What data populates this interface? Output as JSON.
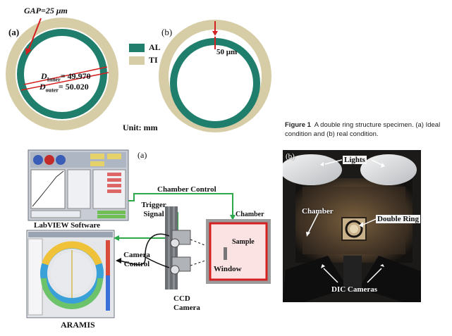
{
  "fig_top": {
    "panel_a_label": "(a)",
    "panel_b_label": "(b)",
    "gap_label": "GAP=25 μm",
    "d_inner_label": "D",
    "d_inner_sub": "Inner",
    "d_inner_value": "= 49.970",
    "d_outer_label": "D",
    "d_outer_sub": "outer",
    "d_outer_value": "= 50.020",
    "legend": [
      {
        "name": "AL",
        "color": "#1f7f6c"
      },
      {
        "name": "TI",
        "color": "#d6cca6"
      }
    ],
    "unit_label": "Unit: mm",
    "offset_label": "50 μm"
  },
  "caption": {
    "figure_label": "Figure 1",
    "text": "A double ring structure specimen. (a) Ideal condition and (b) real condition."
  },
  "fig_bottom_left": {
    "panel_label": "(a)",
    "labview_label": "LabVIEW Software",
    "aramis_label": "ARAMIS",
    "chamber_control_label": "Chamber Control",
    "trigger_signal_label": "Trigger Signal",
    "camera_control_label": "Camera Control",
    "ccd_camera_label": "CCD Camera",
    "chamber_label": "Chamber",
    "sample_label": "Sample",
    "window_label": "Window"
  },
  "fig_bottom_right": {
    "panel_label": "(b)",
    "lights_label": "Lights",
    "chamber_label": "Chamber",
    "double_ring_label": "Double Ring",
    "dic_cameras_label": "DIC Cameras"
  },
  "colors": {
    "al": "#1f7f6c",
    "ti": "#d6cca6",
    "arrow_red": "#d42020",
    "line_green": "#2da84a",
    "chamber_red": "#d42020"
  }
}
